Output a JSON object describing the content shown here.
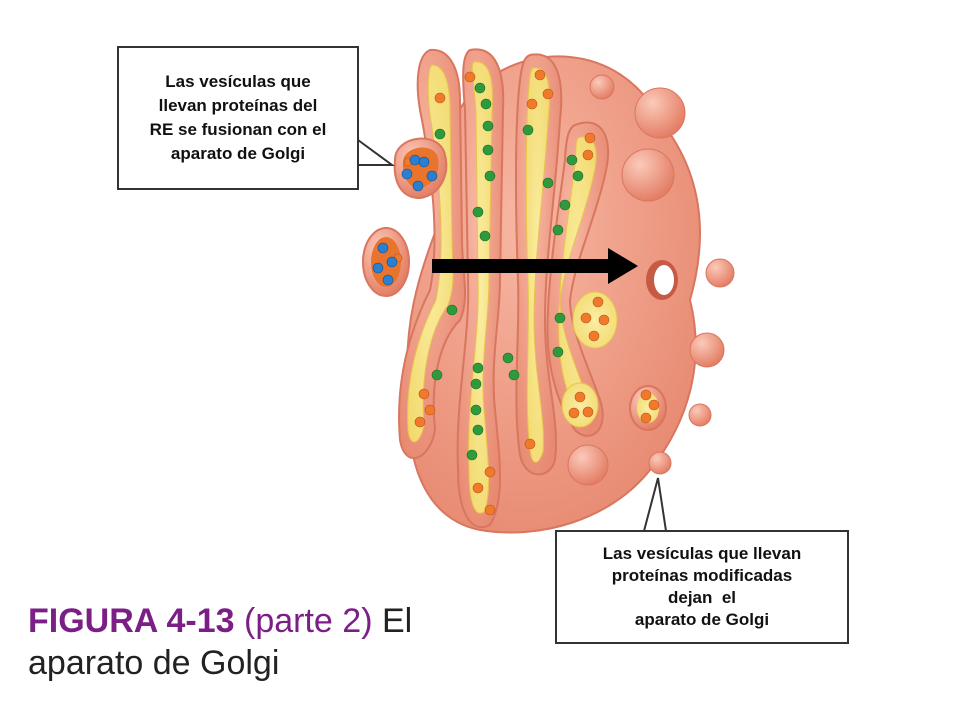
{
  "callout_top": {
    "lines": [
      "Las vesículas que",
      "llevan proteínas del",
      "RE se fusionan con el",
      "aparato de Golgi"
    ]
  },
  "callout_bottom": {
    "lines": [
      "Las vesículas que llevan",
      "proteínas modificadas",
      "dejan  el",
      "aparato de Golgi"
    ]
  },
  "caption": {
    "label": "FIGURA 4-13",
    "part": "(parte 2)",
    "title_line1": "El",
    "title_line2": "aparato de Golgi"
  },
  "colors": {
    "membrane": "#f2a08a",
    "membrane_dark": "#d9765f",
    "lumen": "#f7e27e",
    "protein_green": "#2e9a3c",
    "protein_orange": "#f07a2a",
    "protein_blue": "#2a7fd0",
    "arrow": "#000000",
    "caption_accent": "#7b1f86"
  }
}
